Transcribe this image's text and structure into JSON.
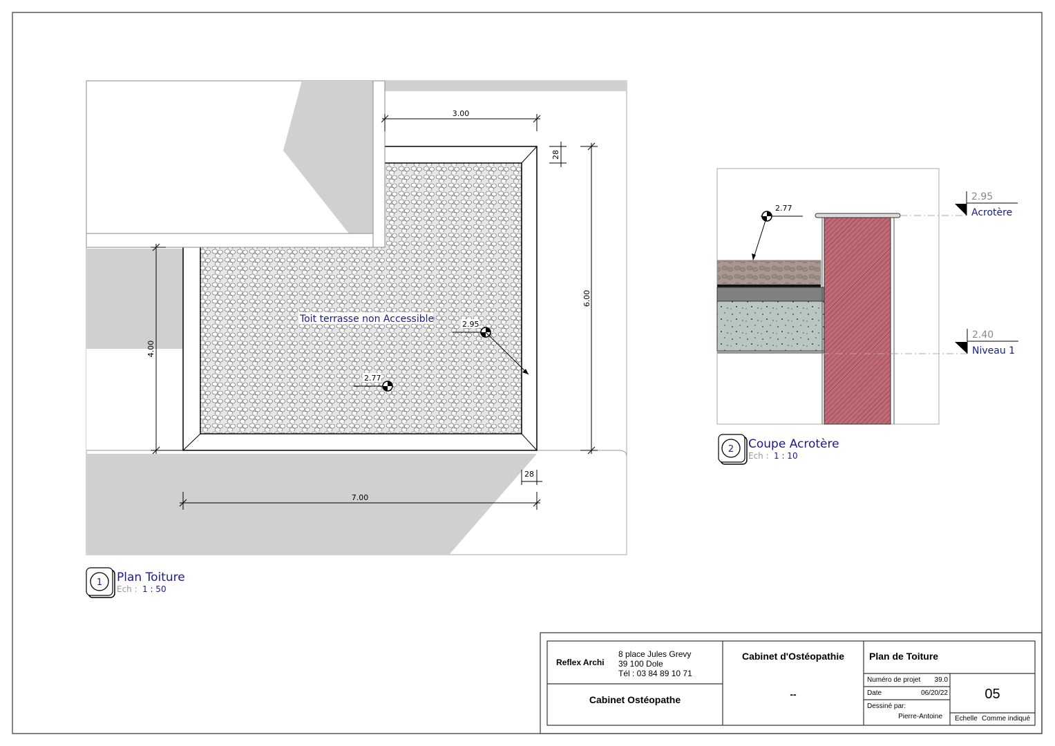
{
  "views": [
    {
      "number": "1",
      "title": "Plan Toiture",
      "scale_label": "Ech :",
      "scale": "1 : 50",
      "annotation": "Toit terrasse non Accessible",
      "dimensions": {
        "top": "3.00",
        "right": "6.00",
        "left": "4.00",
        "bottom": "7.00",
        "edge_top": "28",
        "edge_bottom": "28"
      },
      "spot_elevations": [
        "2.95",
        "2.77"
      ]
    },
    {
      "number": "2",
      "title": "Coupe Acrotère",
      "scale_label": "Ech :",
      "scale": "1 : 10",
      "spot_elevation": "2.77",
      "levels": [
        {
          "value": "2.95",
          "name": "Acrotère"
        },
        {
          "value": "2.40",
          "name": "Niveau 1"
        }
      ]
    }
  ],
  "title_block": {
    "firm": "Reflex Archi",
    "address": [
      "8 place Jules Grevy",
      "39 100 Dole",
      "Tél : 03 84 89 10 71"
    ],
    "client": "Cabinet Ostéopathe",
    "project": "Cabinet d'Ostéopathie",
    "project_sub": "--",
    "sheet_title": "Plan de Toiture",
    "project_number_label": "Numéro de projet",
    "project_number": "39.0",
    "date_label": "Date",
    "date": "06/20/22",
    "drawn_by_label": "Dessiné par:",
    "drawn_by": "Pierre-Antoine",
    "sheet_number": "05",
    "scale_label": "Echelle",
    "scale": "Comme indiqué"
  },
  "colors": {
    "annotation": "#1a1a8c",
    "wall": "#c06a76",
    "gravel": "#a89890",
    "concrete": "#b9c6c2",
    "shade": "#d0d0d0"
  }
}
